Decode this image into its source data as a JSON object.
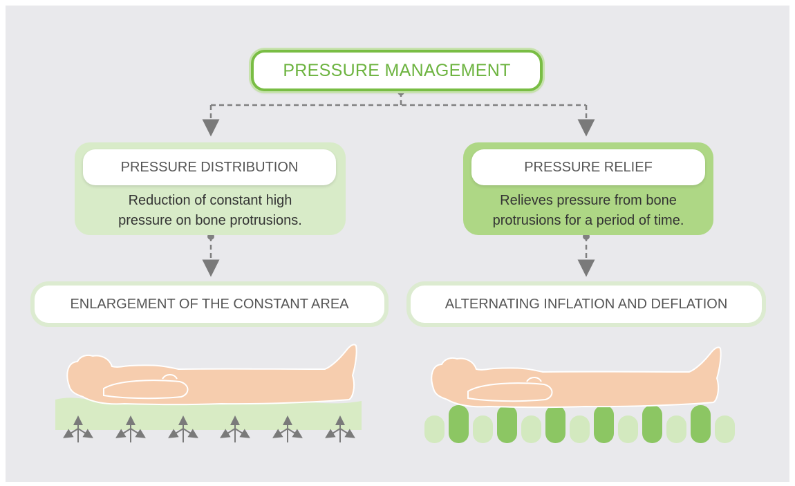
{
  "diagram": {
    "title": "PRESSURE MANAGEMENT",
    "branches": [
      {
        "heading": "PRESSURE DISTRIBUTION",
        "description_lines": [
          "Reduction of constant high",
          "pressure on bone protrusions."
        ],
        "method": "ENLARGEMENT OF THE CONSTANT AREA"
      },
      {
        "heading": "PRESSURE RELIEF",
        "description_lines": [
          "Relieves pressure from bone",
          "protrusions for a period of time."
        ],
        "method": "ALTERNATING INFLATION AND DEFLATION"
      }
    ]
  },
  "colors": {
    "background": "#e9e9ec",
    "accent_green": "#79bd44",
    "light_green": "#d8ebc8",
    "mid_green": "#a9d67e",
    "cell_dark": "#8cc663",
    "cell_light": "#d3e9bf",
    "skin": "#f6cdae",
    "connector_gray": "#808080"
  }
}
